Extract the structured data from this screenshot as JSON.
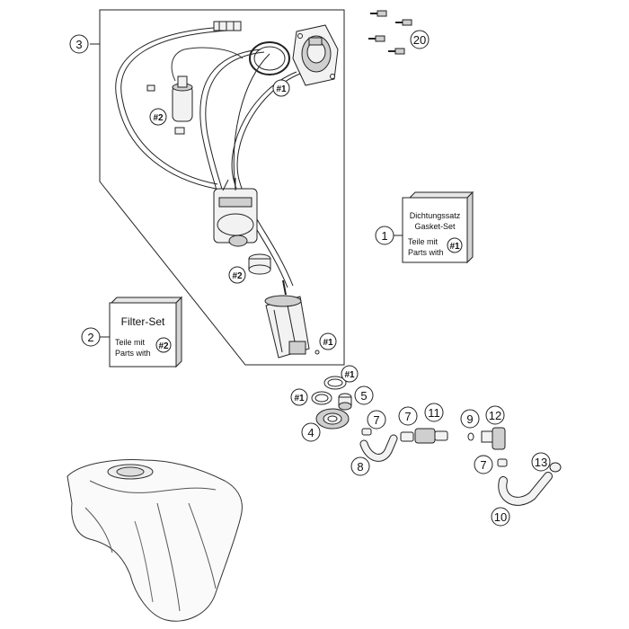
{
  "callouts": {
    "c1": "1",
    "c2": "2",
    "c3": "3",
    "c4": "4",
    "c5": "5",
    "c7a": "7",
    "c7b": "7",
    "c7c": "7",
    "c8": "8",
    "c9": "9",
    "c10": "10",
    "c11": "11",
    "c12": "12",
    "c13": "13",
    "c20": "20"
  },
  "refs": {
    "r1_top": "#1",
    "r1_pump": "#1",
    "r1_ring": "#1",
    "r1_ring2": "#1",
    "r2_filter": "#2",
    "r2_ring": "#2"
  },
  "gasket_set": {
    "line1": "Dichtungssatz",
    "line2": "Gasket-Set",
    "line3": "Teile mit",
    "line4": "Parts with",
    "ref": "#1"
  },
  "filter_set": {
    "title": "Filter-Set",
    "line1": "Teile mit",
    "line2": "Parts with",
    "ref": "#2"
  }
}
